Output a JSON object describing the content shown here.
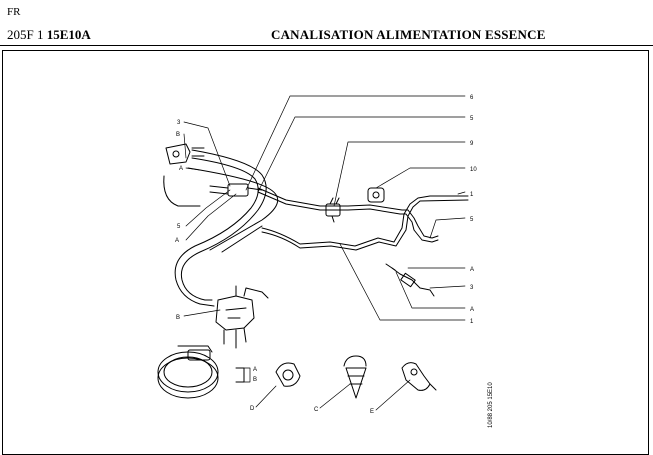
{
  "header": {
    "lang": "FR",
    "ref_prefix": "205F 1 ",
    "ref_code": "15E10A",
    "title": "CANALISATION ALIMENTATION ESSENCE"
  },
  "callouts": {
    "c6": "6",
    "c5a": "5",
    "c9": "9",
    "c10": "10",
    "c1a": "1",
    "c5b": "5",
    "cAr1": "A",
    "c3r": "3",
    "cAr2": "A",
    "c1b": "1",
    "c3l": "3",
    "cBl": "B",
    "cAl1": "A",
    "c5l": "5",
    "cAl2": "A",
    "cBbot": "B",
    "cA_clamp": "A",
    "cB_clamp": "B",
    "cD": "D",
    "cC": "C",
    "cE": "E"
  },
  "drawing_code": "10/88 205 15E10"
}
